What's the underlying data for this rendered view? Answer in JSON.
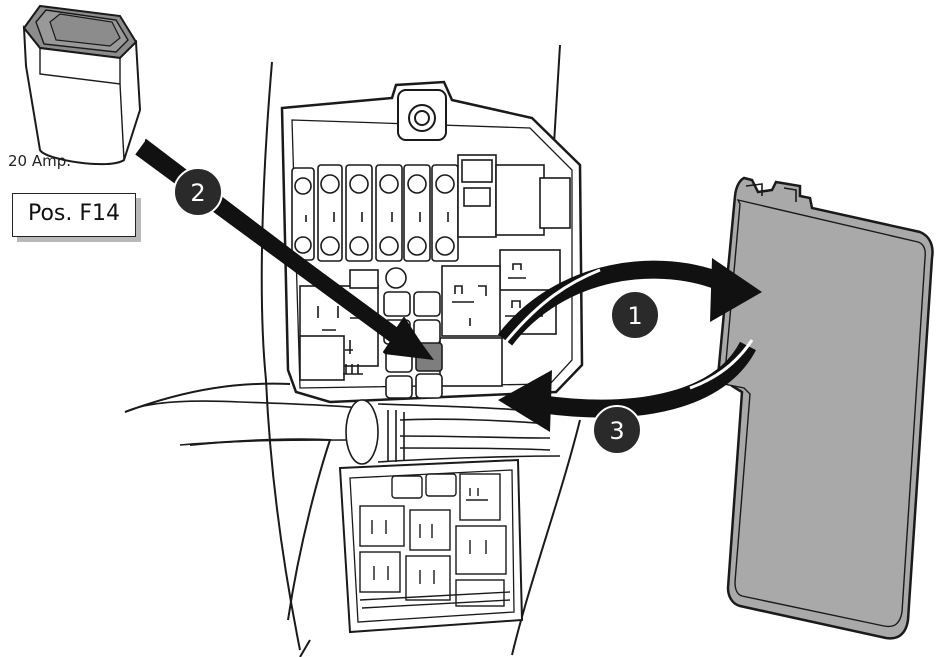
{
  "fuse": {
    "rating_label": "20 Amp.",
    "position_label": "Pos. F14"
  },
  "steps": [
    {
      "number": "1"
    },
    {
      "number": "2"
    },
    {
      "number": "3"
    }
  ],
  "colors": {
    "outline": "#1a1a1a",
    "cover_fill": "#a9a9a9",
    "fuse_fill": "#8c8c8c",
    "highlight_fuse": "#7e7e7e",
    "badge_fill": "#2a2a2a"
  }
}
